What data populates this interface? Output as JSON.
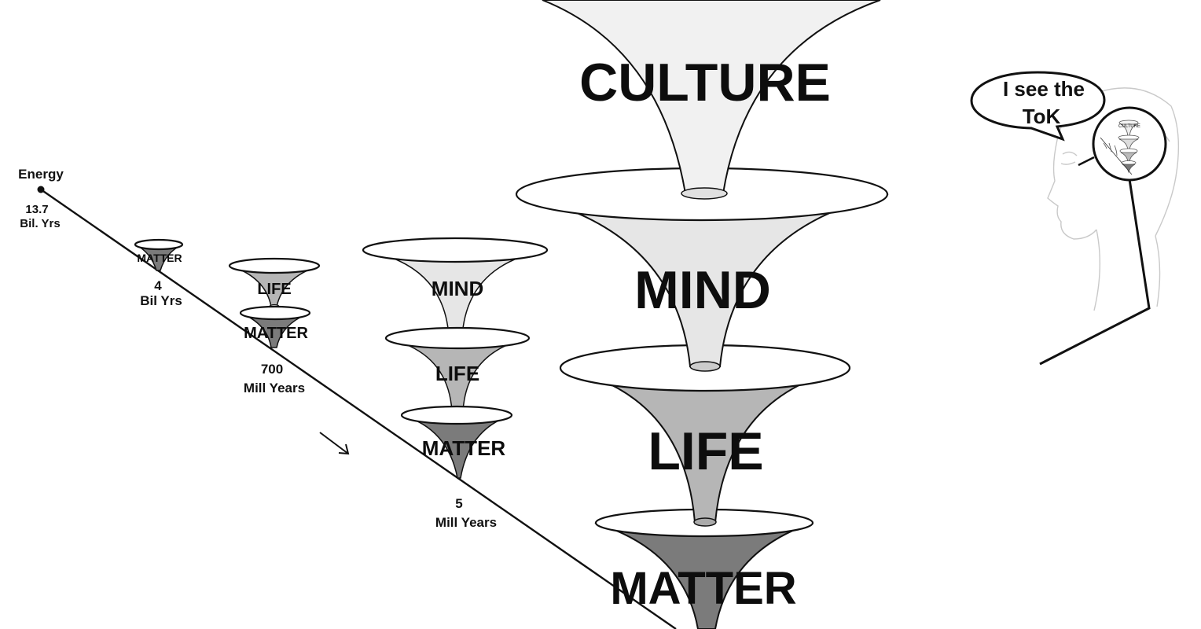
{
  "timeline": {
    "start_label": "Energy",
    "points": [
      {
        "value": "13.7",
        "unit": "Bil. Yrs"
      },
      {
        "value": "4",
        "unit": "Bil Yrs"
      },
      {
        "value": "700",
        "unit": "Mill Years"
      },
      {
        "value": "5",
        "unit": "Mill Years"
      }
    ]
  },
  "stages": [
    {
      "layers": [
        "MATTER"
      ]
    },
    {
      "layers": [
        "LIFE",
        "MATTER"
      ]
    },
    {
      "layers": [
        "MIND",
        "LIFE",
        "MATTER"
      ]
    },
    {
      "layers": [
        "CULTURE",
        "MIND",
        "LIFE",
        "MATTER"
      ]
    }
  ],
  "observer": {
    "speech_line1": "I see the",
    "speech_line2": "ToK"
  },
  "colors": {
    "matter": "#7b7b7b",
    "life": "#b6b6b6",
    "mind": "#e6e6e6",
    "culture": "#f1f1f1"
  }
}
